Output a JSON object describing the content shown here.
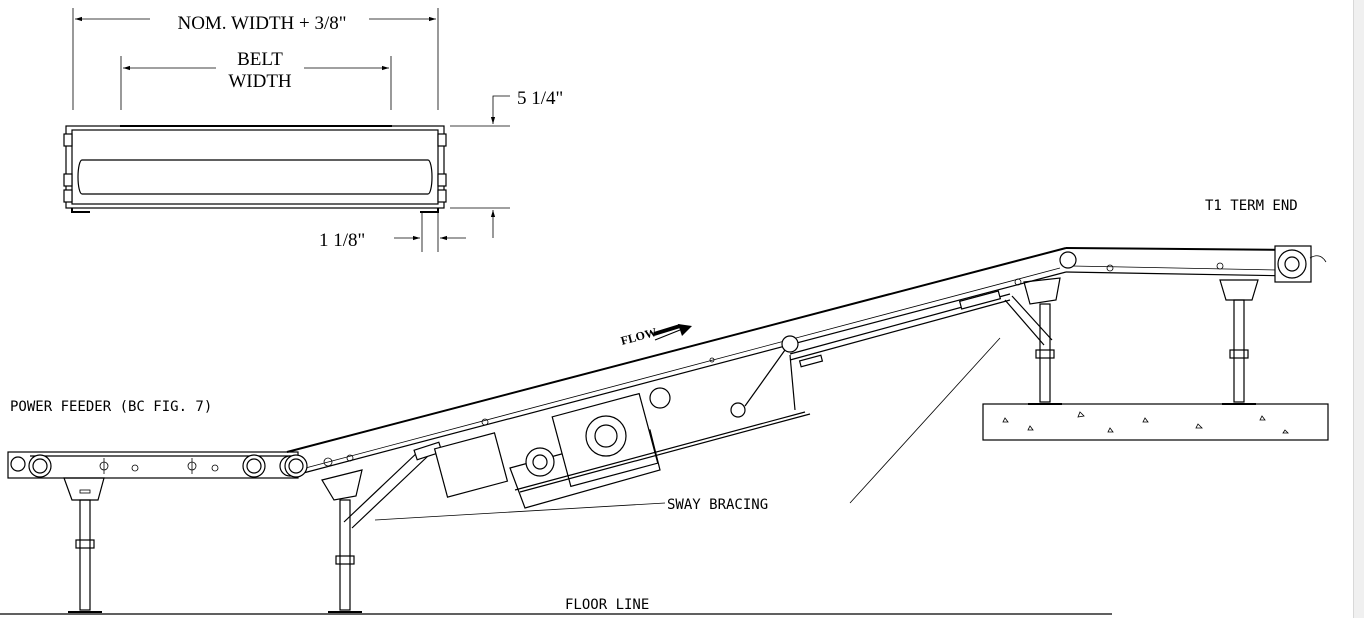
{
  "dimensions": {
    "nominal_width": "NOM. WIDTH + 3/8\"",
    "belt_width_line1": "BELT",
    "belt_width_line2": "WIDTH",
    "side_height": "5 1/4\"",
    "flange": "1 1/8\""
  },
  "labels": {
    "term_end": "T1 TERM END",
    "power_feeder": "POWER FEEDER (BC FIG. 7)",
    "flow": "FLOW",
    "sway_bracing": "SWAY BRACING",
    "floor_line": "FLOOR LINE"
  }
}
